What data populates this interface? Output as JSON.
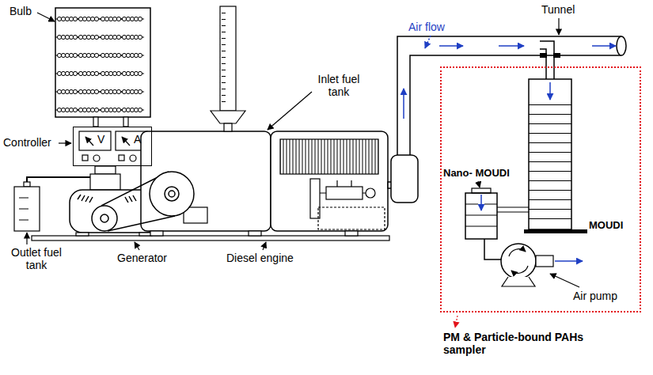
{
  "diagram": {
    "nodes": [
      {
        "text": [
          "V",
          "A"
        ]
      },
      {
        "text": [
          "PM & Particle-bound PAHs sampler"
        ]
      }
    ],
    "labels": [
      "Bulb",
      "Controller",
      "Outlet fuel tank",
      "Generator",
      "Diesel engine",
      "Inlet fuel tank",
      "Air flow",
      "Tunnel",
      "Nano- MOUDI",
      "MOUDI",
      "Air pump"
    ]
  }
}
